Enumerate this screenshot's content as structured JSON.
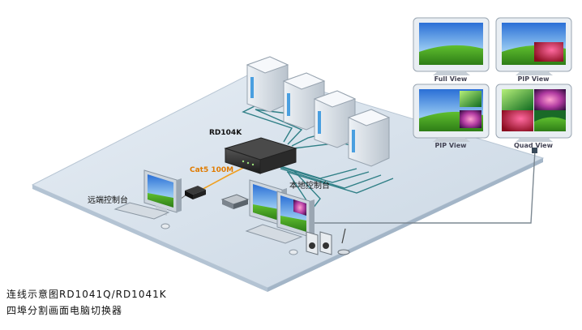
{
  "labels": {
    "device": "RD104K",
    "cable": "Cat5 100M",
    "local_console": "本地控制台",
    "remote_console": "远端控制台"
  },
  "views": [
    {
      "label": "Full View"
    },
    {
      "label": "PIP View"
    },
    {
      "label": "PIP View"
    },
    {
      "label": "Quad View"
    }
  ],
  "caption": {
    "line1": "连线示意图RD1041Q/RD1041K",
    "line2": "四埠分割画面电脑切换器"
  },
  "colors": {
    "platform": "#d9e3ee",
    "cable_teal": "#2f7f86",
    "cable_orange": "#f0a020",
    "label_orange": "#e07b00",
    "link_gray": "#7c8892"
  }
}
